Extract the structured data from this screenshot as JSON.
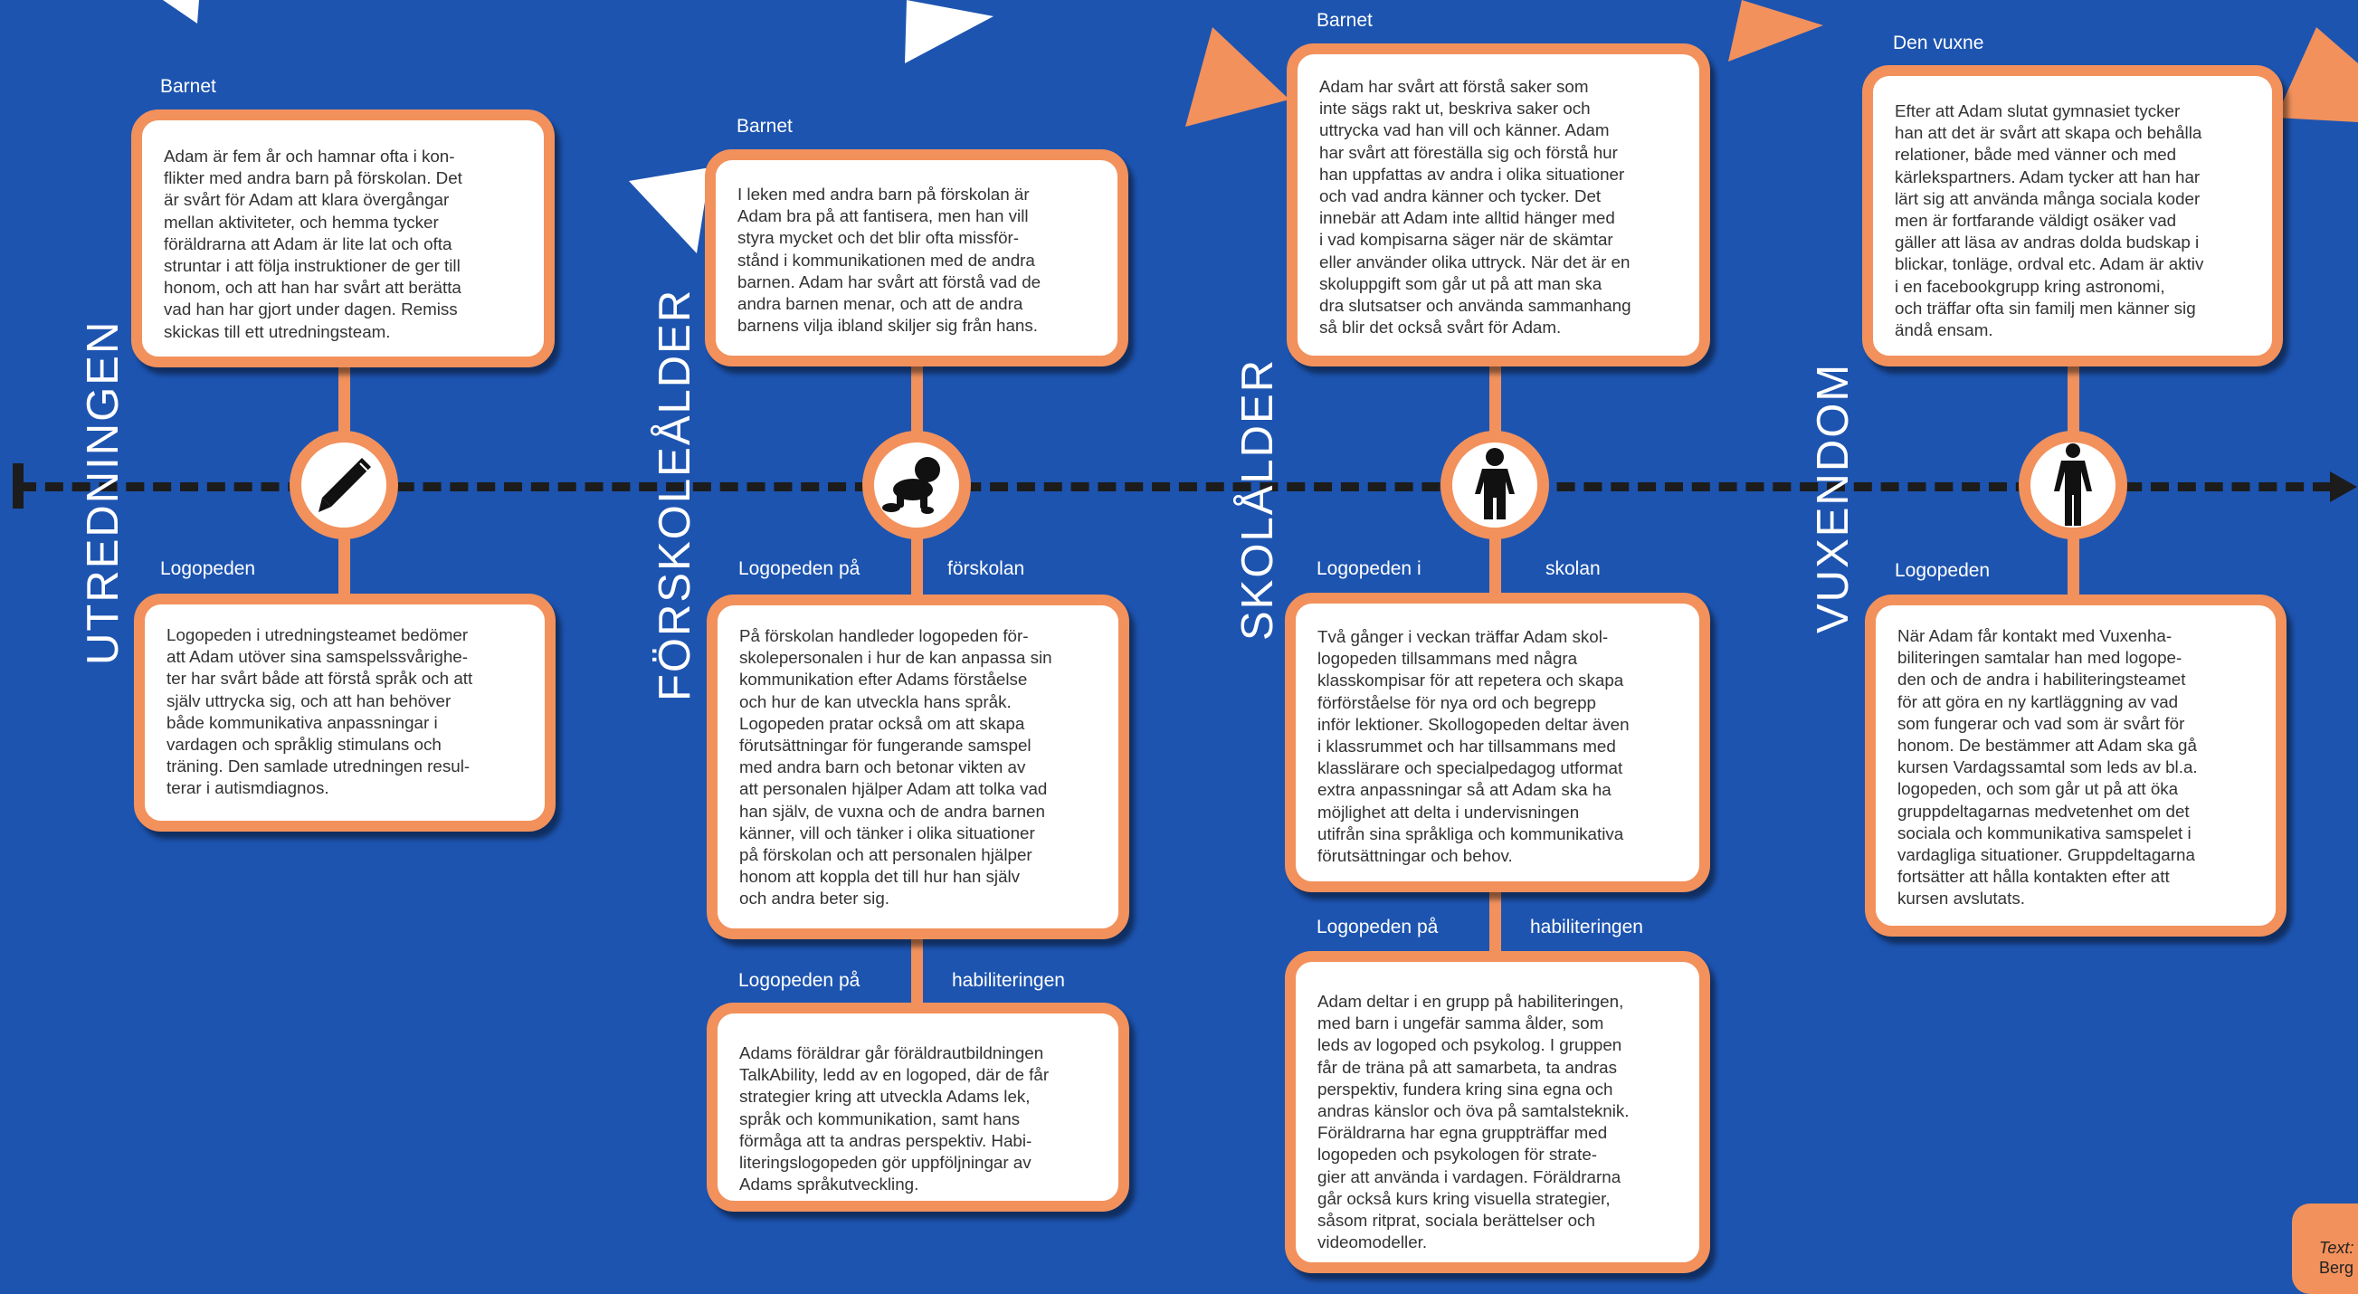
{
  "colors": {
    "background": "#1d54b0",
    "accent": "#f2915c",
    "axis": "#1c1c1c",
    "card_background": "#ffffff"
  },
  "sections": [
    {
      "title": "UTREDNINGEN",
      "icon": "pencil-icon",
      "top_label": "Barnet",
      "top_text": "Adam är fem år och hamnar ofta i kon-\nflikter med andra barn på förskolan. Det\när svårt för Adam att klara övergångar\nmellan aktiviteter, och hemma tycker\nföräldrarna att Adam är lite lat och ofta\nstruntar i att följa instruktioner de ger till\nhonom, och att han har svårt att berätta\nvad han har gjort under dagen. Remiss\nskickas till ett utredningsteam.",
      "bottom_label": "Logopeden",
      "bottom_text": "Logopeden i utredningsteamet bedömer\natt Adam utöver sina samspelssvårighe-\nter har svårt både att förstå språk och att\nsjälv uttrycka sig, och att han behöver\nbåde kommunikativa anpassningar i\nvardagen och språklig stimulans och\nträning. Den samlade utredningen resul-\nterar i autismdiagnos."
    },
    {
      "title": "FÖRSKOLEÅLDER",
      "icon": "crawling-baby-icon",
      "top_label": "Barnet",
      "top_text": "I leken med andra barn på förskolan är\nAdam bra på att fantisera, men han vill\nstyra mycket och det blir ofta missför-\nstånd i kommunikationen med de andra\nbarnen. Adam har svårt att förstå vad de\nandra barnen menar, och att de andra\nbarnens vilja ibland skiljer sig från hans.",
      "bottom_label_a": "Logopeden på",
      "bottom_label_b": "förskolan",
      "bottom_text": "På förskolan handleder logopeden för-\nskolepersonalen i hur de kan anpassa sin\nkommunikation efter Adams förståelse\noch hur de kan utveckla hans språk.\nLogopeden pratar också om att skapa\nförutsättningar för fungerande samspel\nmed andra barn och betonar vikten av\natt personalen hjälper Adam att tolka vad\nhan själv, de vuxna och de andra barnen\nkänner, vill och tänker i olika situationer\npå förskolan och att personalen hjälper\nhonom att koppla det till hur han själv\noch andra beter sig.",
      "extra_label_a": "Logopeden på",
      "extra_label_b": "habiliteringen",
      "extra_text": "Adams föräldrar går föräldrautbildningen\nTalkAbility, ledd av en logoped, där de får\nstrategier kring att utveckla Adams lek,\nspråk och kommunikation, samt hans\nförmåga att ta andras perspektiv. Habi-\nliteringslogopeden gör uppföljningar av\nAdams språkutveckling."
    },
    {
      "title": "SKOLÅLDER",
      "icon": "child-icon",
      "top_label": "Barnet",
      "top_text": "Adam har svårt att förstå saker som\ninte sägs rakt ut, beskriva saker och\nuttrycka vad han vill och känner. Adam\nhar svårt att föreställa sig och förstå hur\nhan uppfattas av andra i olika situationer\noch vad andra känner och tycker. Det\ninnebär att Adam inte alltid hänger med\ni vad kompisarna säger när de skämtar\neller använder olika uttryck. När det är en\nskoluppgift som går ut på att man ska\ndra slutsatser och använda sammanhang\nså blir det också svårt för Adam.",
      "bottom_label_a": "Logopeden i",
      "bottom_label_b": "skolan",
      "bottom_text": "Två gånger i veckan träffar Adam skol-\nlogopeden tillsammans med några\nklasskompisar för att repetera och skapa\nförförståelse för nya ord och begrepp\ninför lektioner. Skollogopeden deltar även\ni klassrummet och har tillsammans med\nklasslärare och specialpedagog utformat\nextra anpassningar så att Adam ska ha\nmöjlighet att delta i undervisningen\nutifrån sina språkliga och kommunikativa\nförutsättningar och behov.",
      "extra_label_a": "Logopeden på",
      "extra_label_b": "habiliteringen",
      "extra_text": "Adam deltar i en grupp på habiliteringen,\nmed barn i ungefär samma ålder, som\nleds av logoped och psykolog. I gruppen\nfår de träna på att samarbeta, ta andras\nperspektiv, fundera kring sina egna och\nandras känslor och öva på samtalsteknik.\nFöräldrarna har egna gruppträffar med\nlogopeden och psykologen för strate-\ngier att använda i vardagen. Föräldrarna\ngår också kurs kring visuella strategier,\nsåsom ritprat, sociala berättelser och\nvideomodeller."
    },
    {
      "title": "VUXENDOM",
      "icon": "adult-icon",
      "top_label": "Den vuxne",
      "top_text": "Efter att Adam slutat gymnasiet tycker\nhan att det är svårt att skapa och behålla\nrelationer, både med vänner och med\nkärlekspartners. Adam tycker att han har\nlärt sig att använda många sociala koder\nmen är fortfarande väldigt osäker vad\ngäller att läsa av andras dolda budskap i\nblickar, tonläge, ordval etc. Adam är aktiv\ni en facebookgrupp kring astronomi,\noch träffar ofta sin familj men känner sig\nändå ensam.",
      "bottom_label": "Logopeden",
      "bottom_text": "När Adam får kontakt med Vuxenha-\nbiliteringen samtalar han med logope-\nden och de andra i habiliteringsteamet\nför att göra en ny kartläggning av vad\nsom fungerar och vad som är svårt för\nhonom. De bestämmer att Adam ska gå\nkursen Vardagssamtal som leds av bl.a.\nlogopeden, och som går ut på att öka\ngruppdeltagarnas medvetenhet om det\nsociala och kommunikativa samspelet i\nvardagliga situationer. Gruppdeltagarna\nfortsätter att hålla kontakten efter att\nkursen avslutats."
    }
  ],
  "credit": {
    "line1": "Text:",
    "line2": "Berg"
  }
}
